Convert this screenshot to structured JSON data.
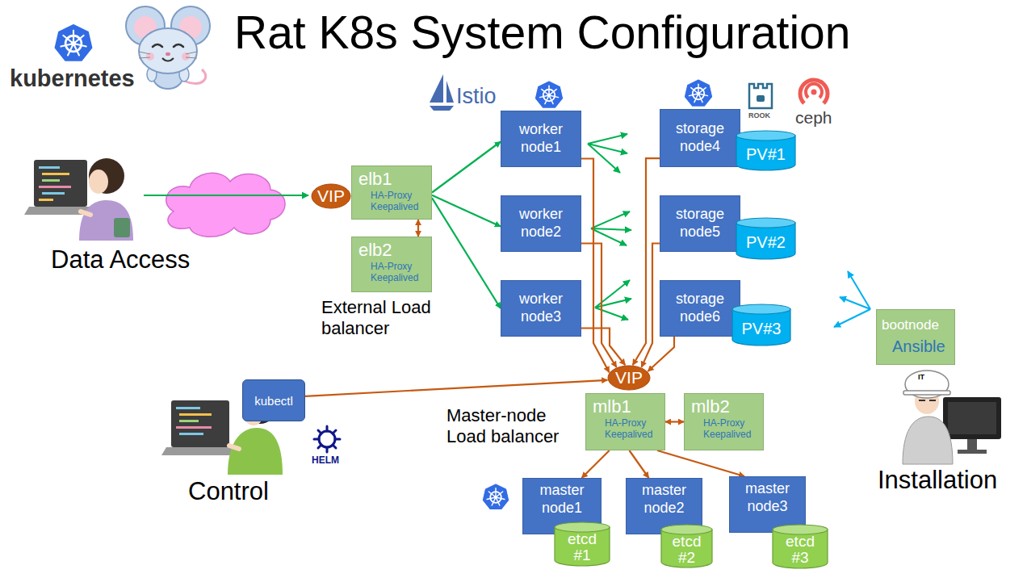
{
  "diagram": {
    "title": "Rat K8s System Configuration",
    "nodes": [
      {
        "text": [
          "VIP"
        ]
      },
      {
        "text": [
          "elb1",
          "HA-Proxy Keepalived"
        ]
      },
      {
        "text": [
          "elb2",
          "HA-Proxy Keepalived"
        ]
      },
      {
        "text": [
          "worker node1"
        ]
      },
      {
        "text": [
          "worker node2"
        ]
      },
      {
        "text": [
          "worker node3"
        ]
      },
      {
        "text": [
          "storage node4"
        ]
      },
      {
        "text": [
          "PV#1"
        ],
        "in": 6
      },
      {
        "text": [
          "storage node5"
        ]
      },
      {
        "text": [
          "PV#2"
        ],
        "in": 8
      },
      {
        "text": [
          "storage node6"
        ]
      },
      {
        "text": [
          "PV#3"
        ],
        "in": 10
      },
      {
        "text": [
          "bootnode",
          "Ansible"
        ]
      },
      {
        "text": [
          "kubectl"
        ]
      },
      {
        "text": [
          "VIP"
        ]
      },
      {
        "text": [
          "mlb1",
          "HA-Proxy Keepalived"
        ]
      },
      {
        "text": [
          "mlb2",
          "HA-Proxy Keepalived"
        ]
      },
      {
        "text": [
          "master node1"
        ]
      },
      {
        "text": [
          "etcd #1"
        ],
        "in": 17
      },
      {
        "text": [
          "master node2"
        ]
      },
      {
        "text": [
          "etcd #2"
        ],
        "in": 19
      },
      {
        "text": [
          "master node3"
        ]
      },
      {
        "text": [
          "etcd #3"
        ],
        "in": 21
      }
    ],
    "edges": [
      {
        "from": 1,
        "to": 3,
        "arrow": "to"
      },
      {
        "from": 1,
        "to": 4,
        "arrow": "to"
      },
      {
        "from": 1,
        "to": 5,
        "arrow": "to"
      },
      {
        "from": 1,
        "to": 2,
        "arrow": "both"
      },
      {
        "from": 3,
        "to": 14,
        "arrow": "to"
      },
      {
        "from": 4,
        "to": 14,
        "arrow": "to"
      },
      {
        "from": 5,
        "to": 14,
        "arrow": "to"
      },
      {
        "from": 6,
        "to": 14,
        "arrow": "to"
      },
      {
        "from": 8,
        "to": 14,
        "arrow": "to"
      },
      {
        "from": 10,
        "to": 14,
        "arrow": "to"
      },
      {
        "from": 13,
        "to": 14,
        "arrow": "to"
      },
      {
        "from": 15,
        "to": 16,
        "arrow": "both"
      },
      {
        "from": 15,
        "to": 17,
        "arrow": "to"
      },
      {
        "from": 15,
        "to": 19,
        "arrow": "to"
      },
      {
        "from": 15,
        "to": 21,
        "arrow": "to"
      }
    ],
    "labels": [
      "kubernetes",
      "Istio",
      "ROOK",
      "ceph",
      "Data Access",
      "External Load balancer",
      "Master-node Load balancer",
      "HELM",
      "Control",
      "IT",
      "Installation"
    ]
  }
}
